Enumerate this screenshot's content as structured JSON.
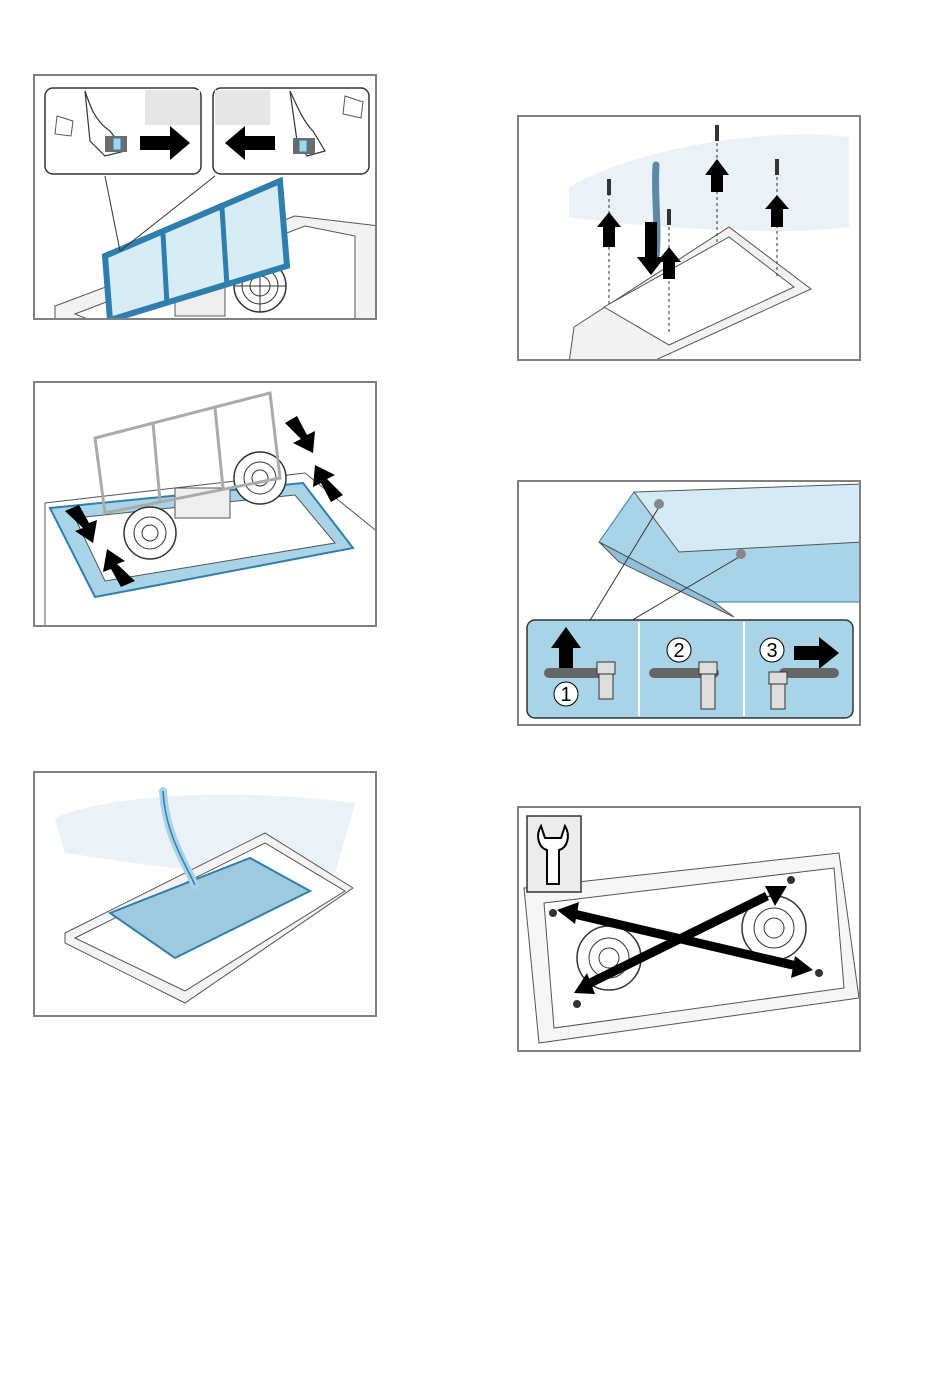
{
  "colors": {
    "accent": "#a9d3e6",
    "accent_dark": "#2f7fae",
    "frame": "#808080",
    "arrow": "#000000"
  },
  "figures": [
    {
      "id": "fig1",
      "icons": [
        "hand-icon",
        "clip-icon",
        "arrow-right-icon",
        "arrow-left-icon"
      ]
    },
    {
      "id": "fig2",
      "icons": [
        "arrow-down-icon",
        "arrow-up-icon"
      ]
    },
    {
      "id": "fig3",
      "icons": [
        "cleaning-hose-icon"
      ]
    },
    {
      "id": "fig4",
      "icons": [
        "screw-icon",
        "arrow-up-icon",
        "arrow-down-icon",
        "cable-icon"
      ]
    },
    {
      "id": "fig5",
      "steps": [
        "1",
        "2",
        "3"
      ],
      "icons": [
        "wrench-icon",
        "bolt-icon",
        "arrow-up-icon",
        "arrow-right-icon"
      ]
    },
    {
      "id": "fig6",
      "icons": [
        "wrench-icon",
        "double-arrow-icon",
        "fan-icon"
      ]
    }
  ]
}
